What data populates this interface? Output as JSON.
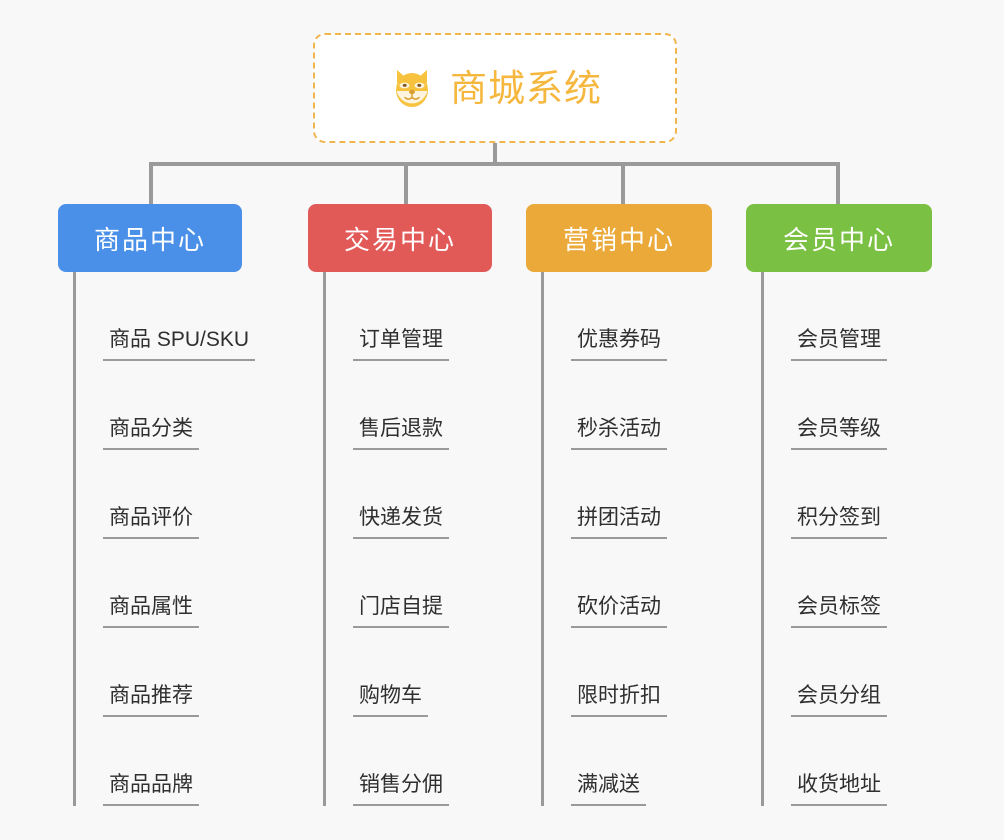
{
  "theme": {
    "background": "#f8f8f8",
    "connector_color": "#9a9a9a",
    "leaf_text_color": "#2f2f2f",
    "root_border_color": "#f0b64d",
    "root_text_color": "#f5b73d",
    "root_background": "#ffffff"
  },
  "root": {
    "title": "商城系统",
    "icon": "shiba-dog-icon"
  },
  "categories": [
    {
      "id": "product-center",
      "label": "商品中心",
      "color": "#4a90e8",
      "items": [
        "商品 SPU/SKU",
        "商品分类",
        "商品评价",
        "商品属性",
        "商品推荐",
        "商品品牌"
      ]
    },
    {
      "id": "trade-center",
      "label": "交易中心",
      "color": "#e25a58",
      "items": [
        "订单管理",
        "售后退款",
        "快递发货",
        "门店自提",
        "购物车",
        "销售分佣"
      ]
    },
    {
      "id": "marketing-center",
      "label": "营销中心",
      "color": "#eaa939",
      "items": [
        "优惠券码",
        "秒杀活动",
        "拼团活动",
        "砍价活动",
        "限时折扣",
        "满减送"
      ]
    },
    {
      "id": "member-center",
      "label": "会员中心",
      "color": "#7ac143",
      "items": [
        "会员管理",
        "会员等级",
        "积分签到",
        "会员标签",
        "会员分组",
        "收货地址"
      ]
    }
  ],
  "layout": {
    "category_x": [
      58,
      308,
      526,
      746
    ],
    "category_width": [
      184,
      184,
      186,
      186
    ],
    "drop_x": [
      149,
      404,
      621,
      836
    ],
    "rail_x": [
      73,
      323,
      541,
      761
    ]
  }
}
